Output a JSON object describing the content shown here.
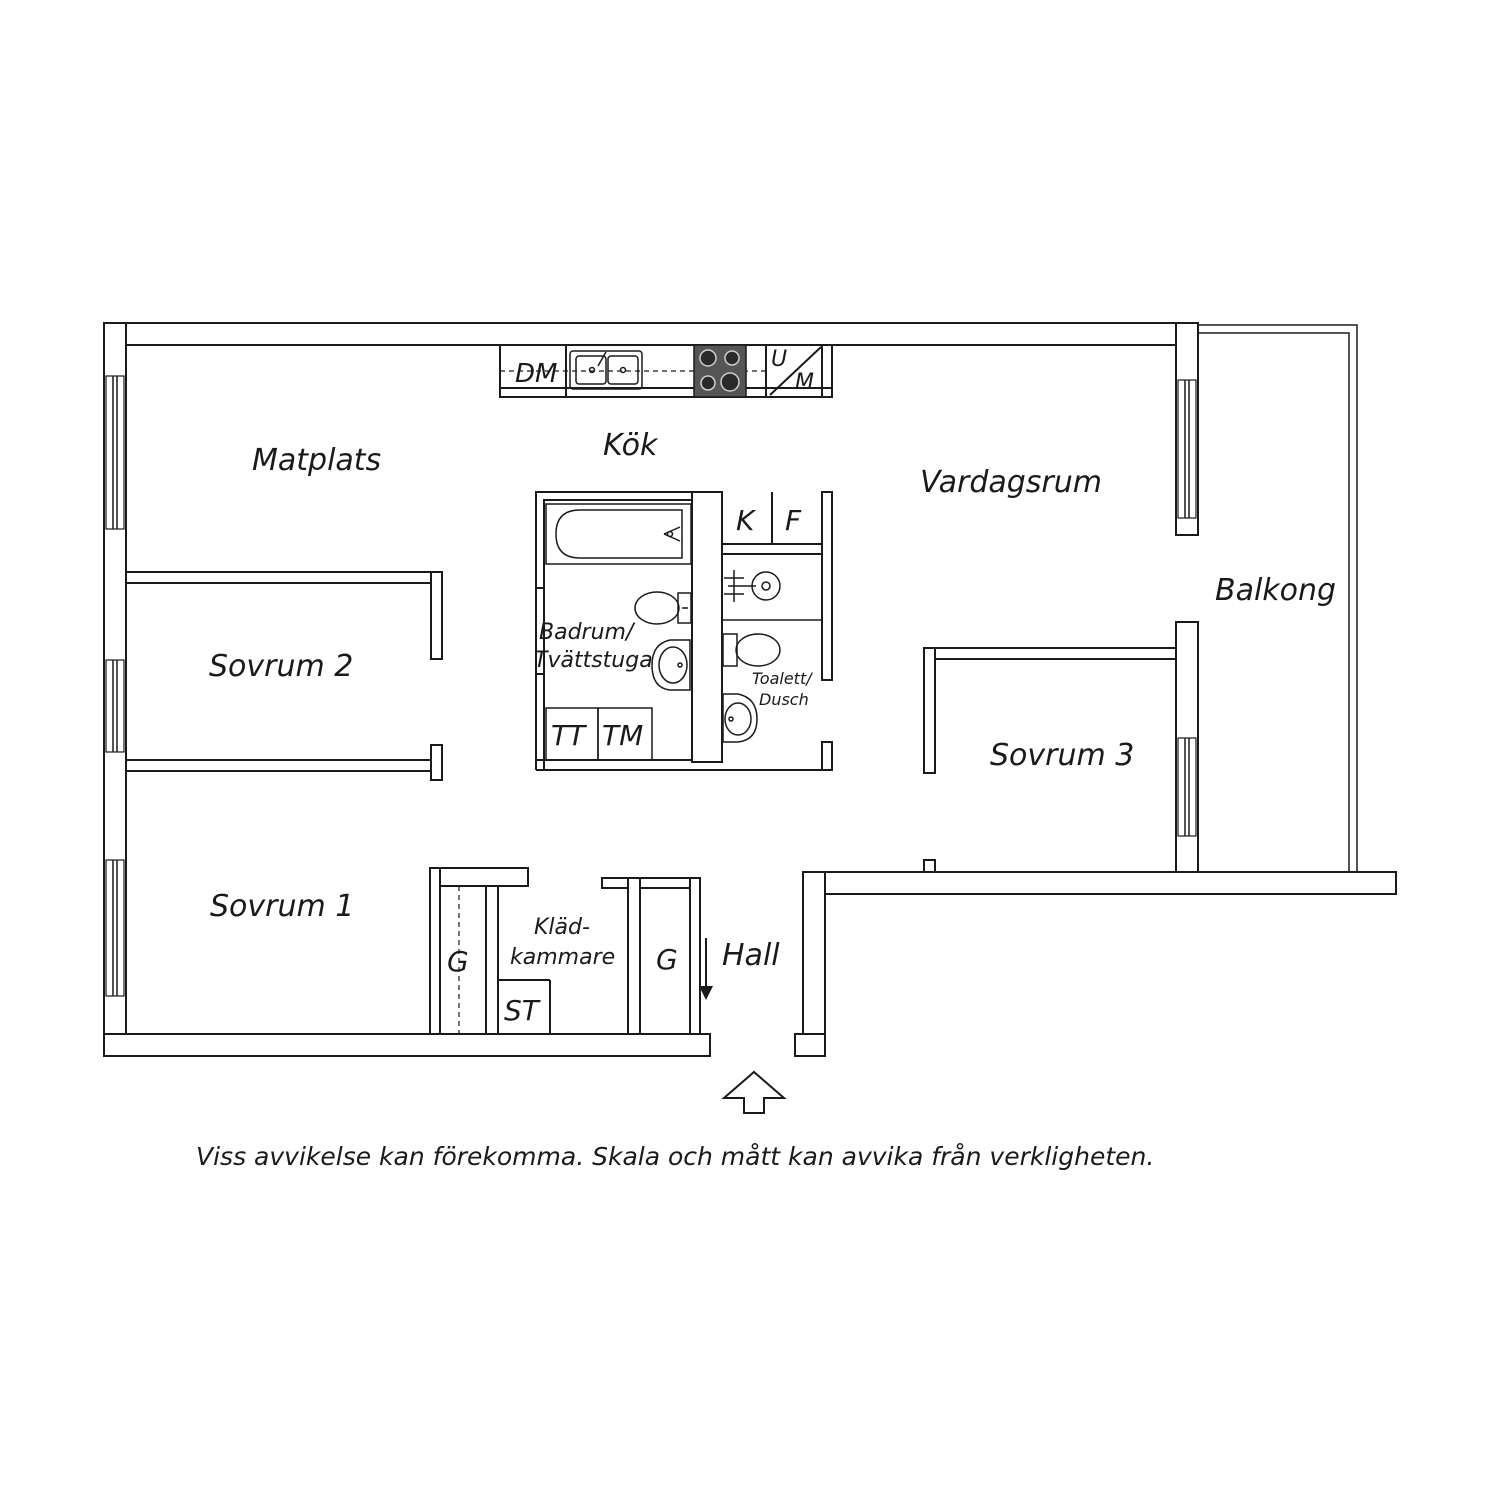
{
  "rooms": {
    "matplats": "Matplats",
    "kok": "Kök",
    "vardagsrum": "Vardagsrum",
    "balkong": "Balkong",
    "sovrum2": "Sovrum 2",
    "sovrum3": "Sovrum 3",
    "sovrum1": "Sovrum 1",
    "hall": "Hall",
    "badrum_line1": "Badrum/",
    "badrum_line2": "Tvättstuga",
    "toalett_line1": "Toalett/",
    "toalett_line2": "Dusch",
    "klad_line1": "Kläd-",
    "klad_line2": "kammare"
  },
  "fixtures": {
    "dishwasher": "DM",
    "oven": "U",
    "microwave": "M",
    "fridge": "K",
    "freezer": "F",
    "dryer": "TT",
    "washer": "TM",
    "wardrobe_left": "G",
    "wardrobe_right": "G",
    "storage": "ST"
  },
  "disclaimer": "Viss avvikelse kan förekomma. Skala och mått kan avvika från verkligheten.",
  "colors": {
    "line": "#1a1a1a",
    "background": "#ffffff",
    "stove": "#555555"
  }
}
